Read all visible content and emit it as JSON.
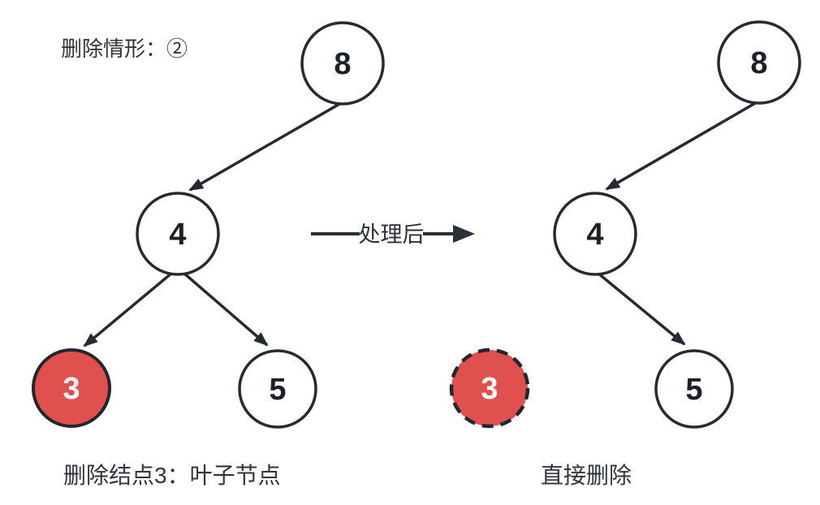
{
  "title": "删除情形：②",
  "transition": {
    "label": "处理后"
  },
  "colors": {
    "node_stroke": "#262b33",
    "node_fill": "#ffffff",
    "delete_fill": "#e0504e",
    "node_text": "#1c2128",
    "delete_node_text": "#ffffff",
    "label_text": "#30353c"
  },
  "before_tree": {
    "caption": "删除结点3：叶子节点",
    "nodes": [
      {
        "id": "root",
        "value": "8",
        "state": "normal"
      },
      {
        "id": "left-child",
        "value": "4",
        "state": "normal"
      },
      {
        "id": "delete-target",
        "value": "3",
        "state": "highlighted-red"
      },
      {
        "id": "right-grandchild",
        "value": "5",
        "state": "normal"
      }
    ],
    "edges": [
      "8→4",
      "4→3",
      "4→5"
    ]
  },
  "after_tree": {
    "caption": "直接删除",
    "nodes": [
      {
        "id": "root",
        "value": "8",
        "state": "normal"
      },
      {
        "id": "left-child",
        "value": "4",
        "state": "normal"
      },
      {
        "id": "deleted-node",
        "value": "3",
        "state": "deleted-dashed"
      },
      {
        "id": "right-grandchild",
        "value": "5",
        "state": "normal"
      }
    ],
    "edges": [
      "8→4",
      "4→5"
    ]
  }
}
